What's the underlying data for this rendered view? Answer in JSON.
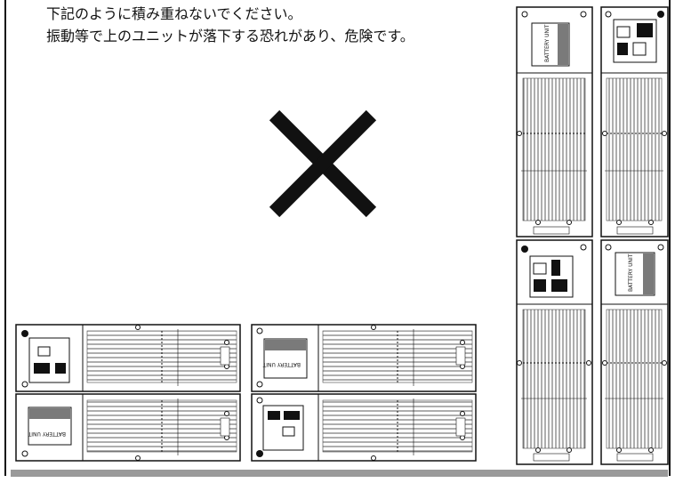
{
  "caption": {
    "line1": "下記のように積み重ねないでください。",
    "line2": "振動等で上のユニットが落下する恐れがあり、危険です。"
  },
  "units": {
    "battery_label": "BATTERY UNIT"
  },
  "status": {
    "meaning": "×"
  }
}
